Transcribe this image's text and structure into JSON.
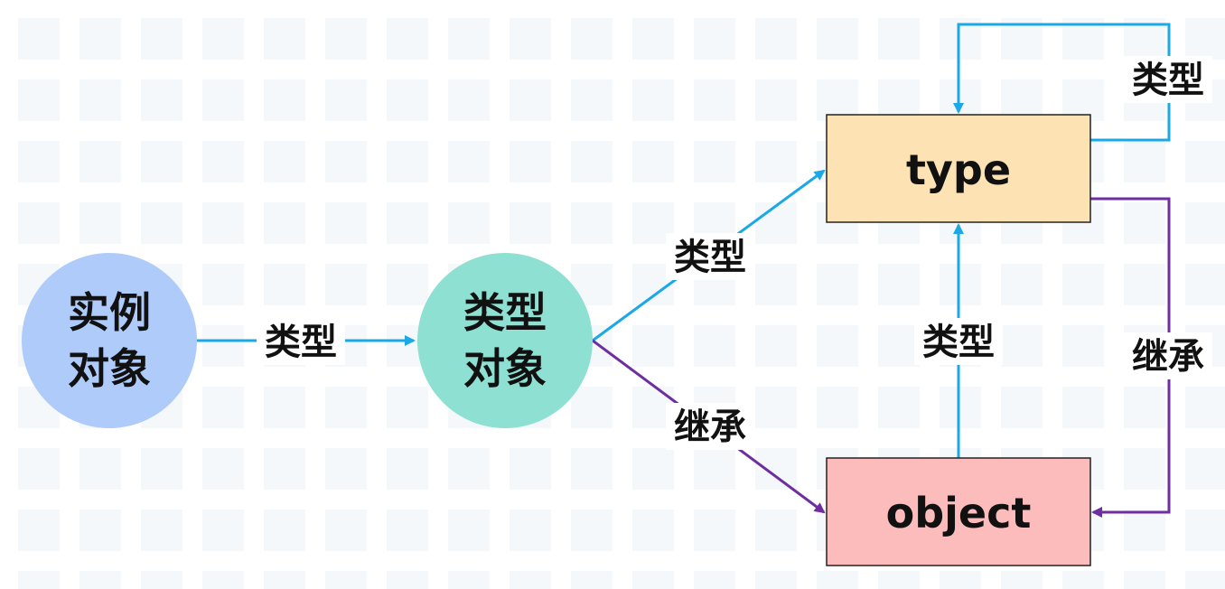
{
  "nodes": {
    "instance": {
      "line1": "实例",
      "line2": "对象"
    },
    "type_object": {
      "line1": "类型",
      "line2": "对象"
    },
    "type_box": {
      "label": "type"
    },
    "object_box": {
      "label": "object"
    }
  },
  "edges": {
    "instance_to_typeobj": "类型",
    "typeobj_to_type": "类型",
    "typeobj_to_object": "继承",
    "object_to_type": "类型",
    "type_self_loop": "类型",
    "type_to_object": "继承"
  },
  "colors": {
    "type_arrow": "#1aa8e6",
    "inherit_arrow": "#6e2ea0",
    "instance_fill": "#aecbfa",
    "typeobj_fill": "#8ee0d2",
    "type_fill": "#fde2b4",
    "object_fill": "#fcbcbc",
    "grid_cell": "#f5f8fa"
  }
}
